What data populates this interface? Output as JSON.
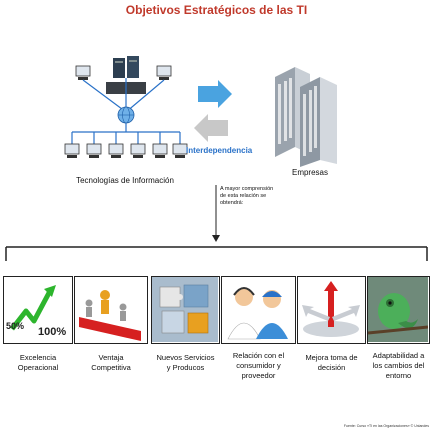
{
  "title": "Objetivos Estratégicos de las TI",
  "left_label": "Tecnologías de Información",
  "right_label": "Empresas",
  "interdependence_label": "Interdependencia",
  "note": [
    "A mayor comprensión",
    "de esta relación se",
    "obtendrá:"
  ],
  "objectives": [
    {
      "label_lines": [
        "Excelencia",
        "Operacional"
      ],
      "icon": "growth-chart-icon"
    },
    {
      "label_lines": [
        "Ventaja",
        "Competitiva"
      ],
      "icon": "competition-race-icon"
    },
    {
      "label_lines": [
        "Nuevos Servicios",
        "y Producos"
      ],
      "icon": "puzzle-pieces-icon"
    },
    {
      "label_lines": [
        "Relación con el",
        "consumidor y",
        "proveedor"
      ],
      "icon": "customer-service-icon"
    },
    {
      "label_lines": [
        "Mejora toma de",
        "decisión"
      ],
      "icon": "decision-arrows-icon"
    },
    {
      "label_lines": [
        "Adaptabilidad a",
        "los cambios del",
        "entorno"
      ],
      "icon": "chameleon-icon"
    }
  ],
  "graphic_text": {
    "percent_small": "50%",
    "percent_large": "100%"
  },
  "footer": "Fuente: Curso «TI en las Organizaciones» © Uniandes",
  "colors": {
    "title": "#c0392b",
    "interdependence": "#2a72c8",
    "arrow_right": "#4aa3e0",
    "arrow_left": "#c8c8c8"
  }
}
